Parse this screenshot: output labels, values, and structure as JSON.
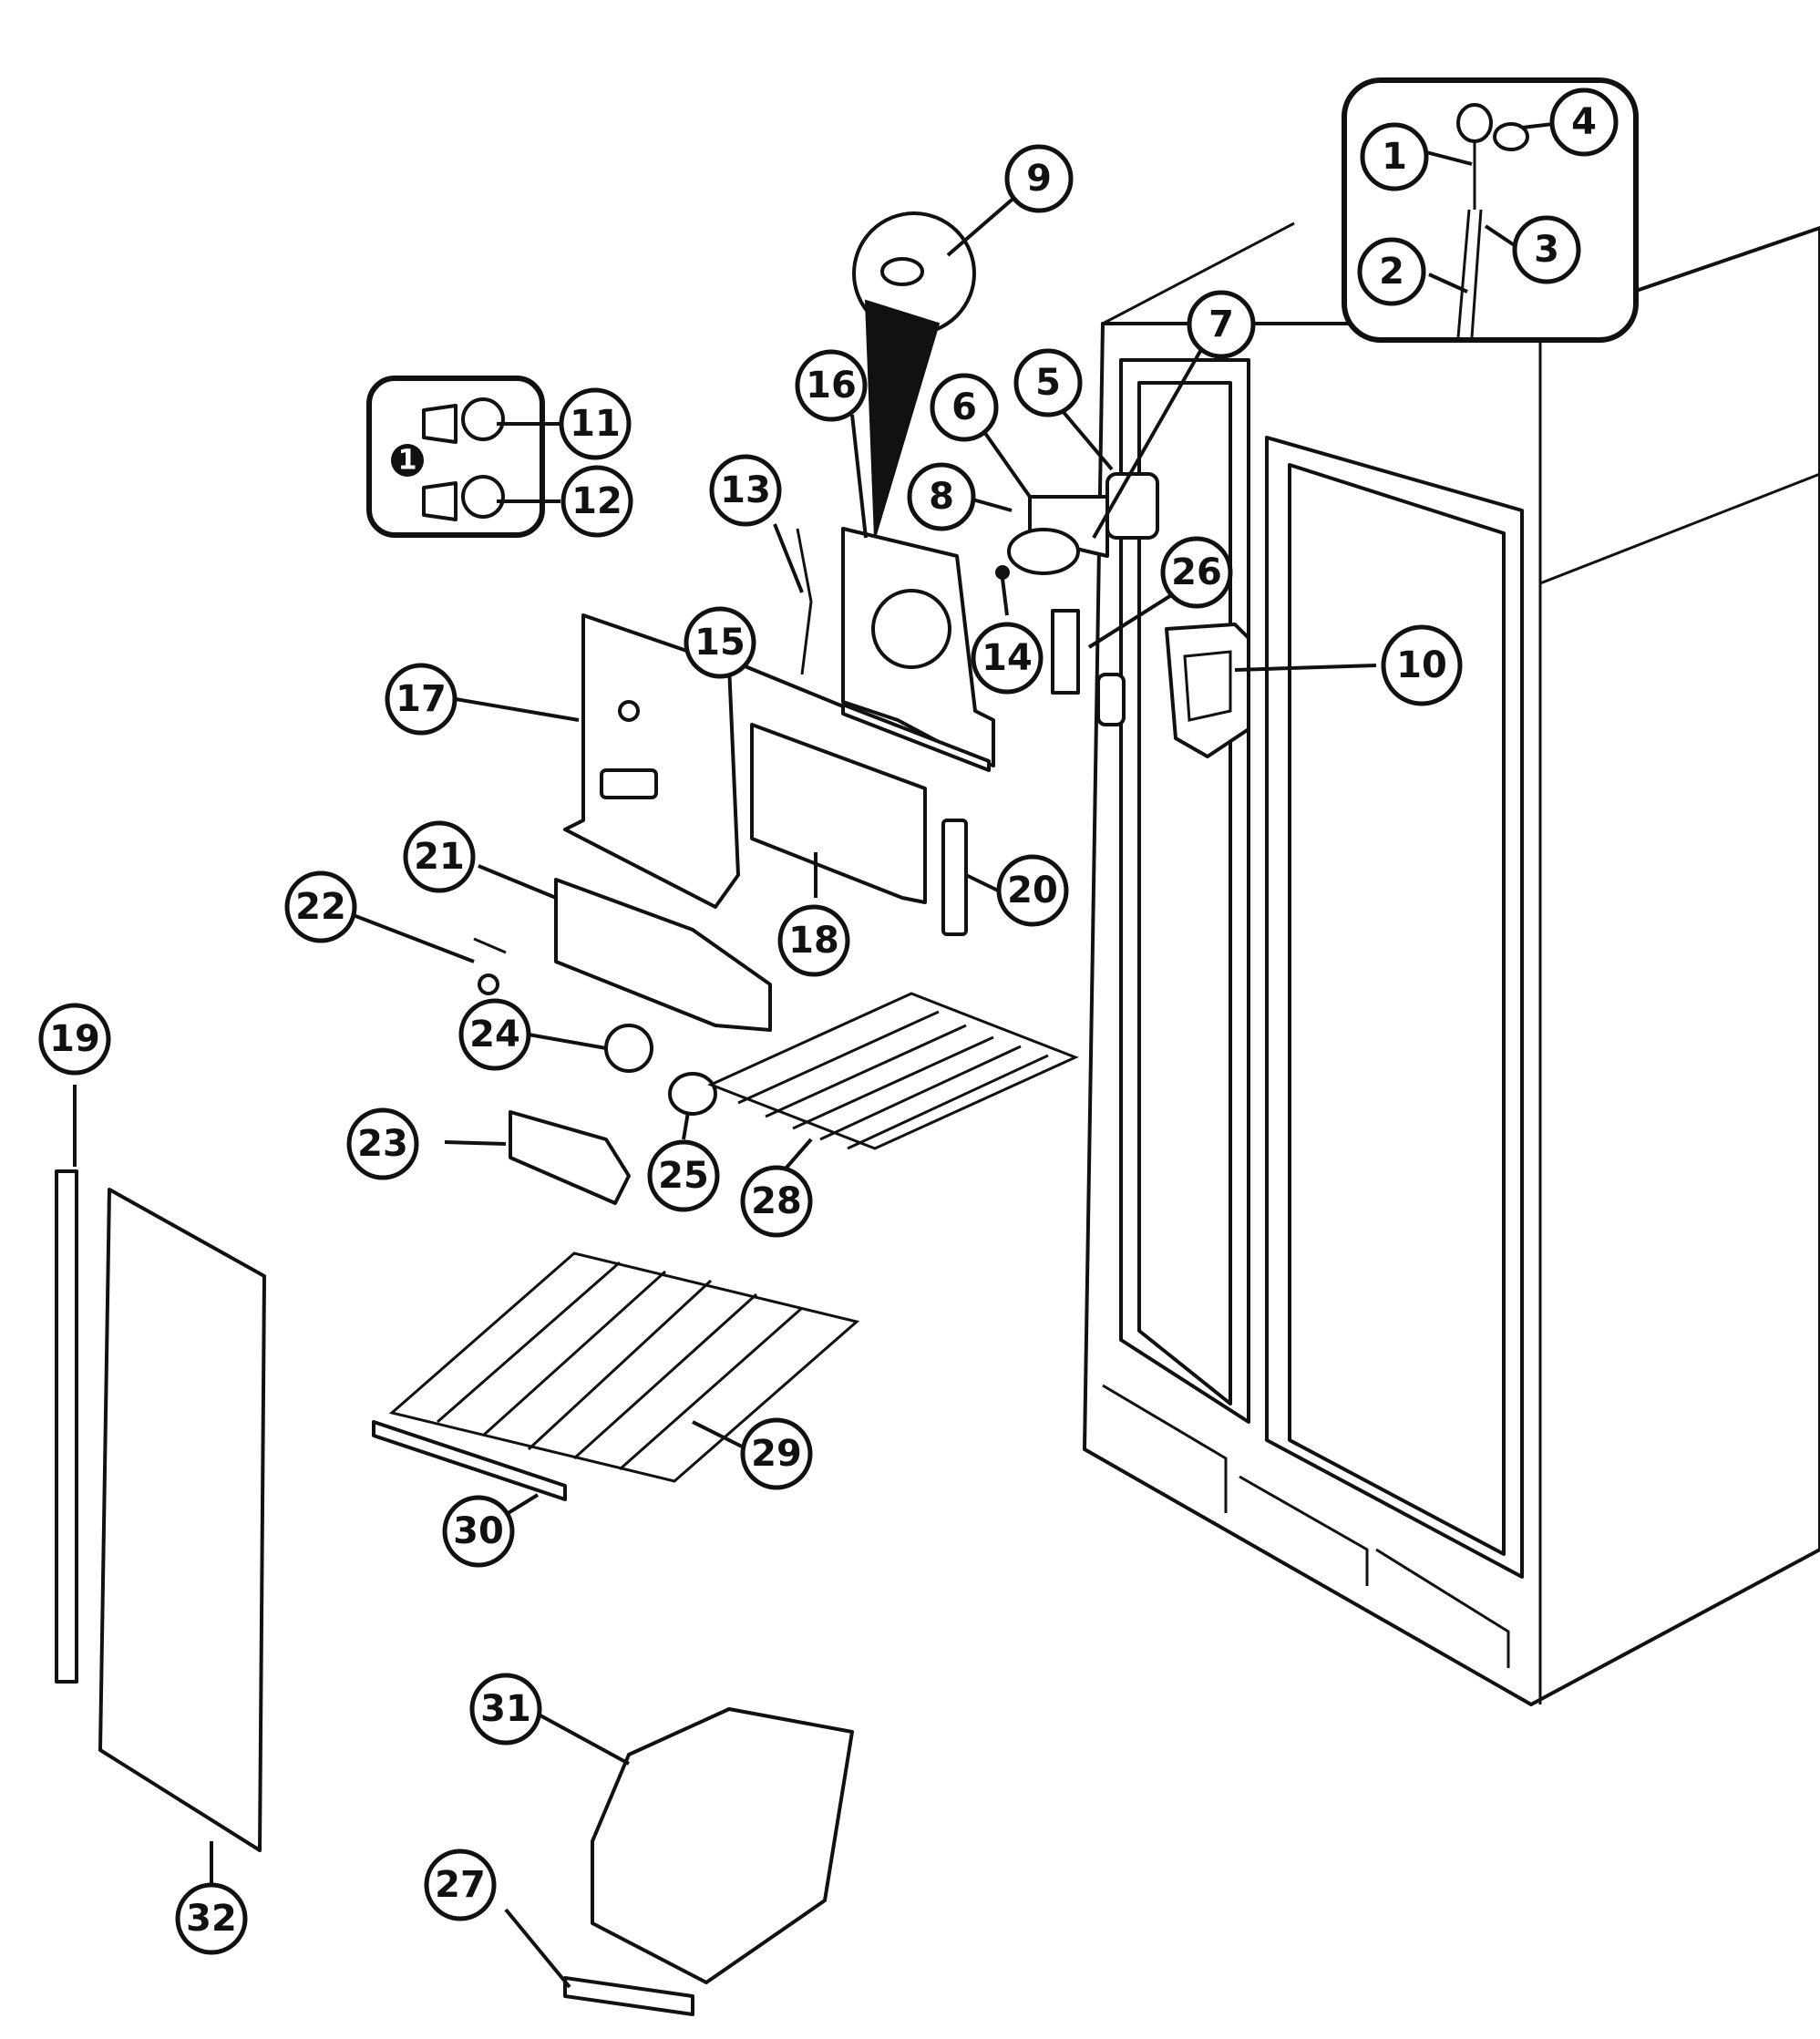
{
  "callouts": [
    {
      "n": "1"
    },
    {
      "n": "2"
    },
    {
      "n": "3"
    },
    {
      "n": "4"
    },
    {
      "n": "5"
    },
    {
      "n": "6"
    },
    {
      "n": "7"
    },
    {
      "n": "8"
    },
    {
      "n": "9"
    },
    {
      "n": "10"
    },
    {
      "n": "11"
    },
    {
      "n": "12"
    },
    {
      "n": "13"
    },
    {
      "n": "14"
    },
    {
      "n": "15"
    },
    {
      "n": "16"
    },
    {
      "n": "17"
    },
    {
      "n": "18"
    },
    {
      "n": "19"
    },
    {
      "n": "20"
    },
    {
      "n": "21"
    },
    {
      "n": "22"
    },
    {
      "n": "23"
    },
    {
      "n": "24"
    },
    {
      "n": "25"
    },
    {
      "n": "26"
    },
    {
      "n": "27"
    },
    {
      "n": "28"
    },
    {
      "n": "29"
    },
    {
      "n": "30"
    },
    {
      "n": "31"
    },
    {
      "n": "32"
    }
  ],
  "note_badge": "1"
}
